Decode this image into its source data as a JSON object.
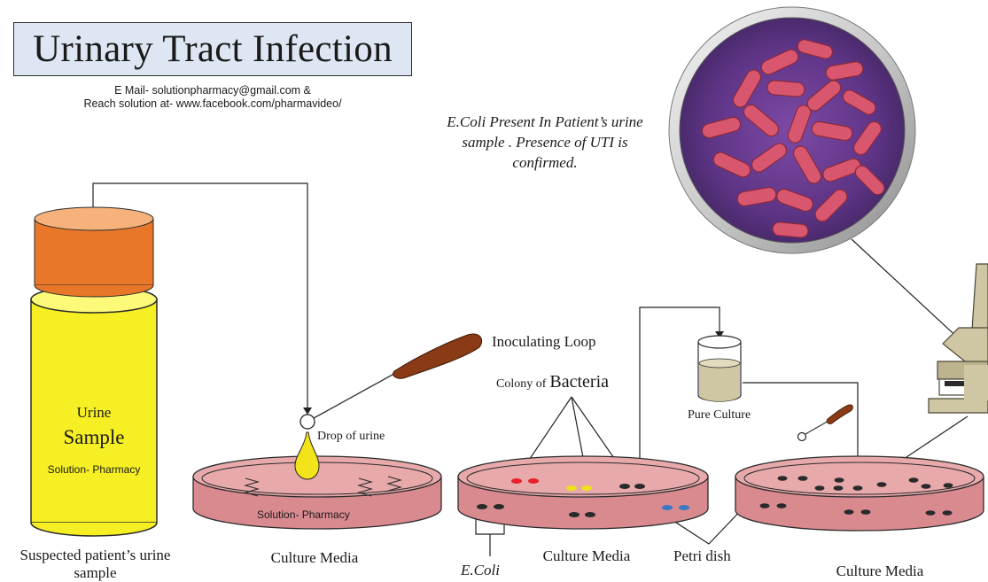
{
  "title": "Urinary Tract  Infection",
  "contact": {
    "line1": "E Mail- solutionpharmacy@gmail.com &",
    "line2": "Reach solution at- www.facebook.com/pharmavideo/"
  },
  "confirmation_note": {
    "line1": "E.Coli Present In Patient’s urine",
    "line2": "sample . Presence of UTI is",
    "line3": "confirmed."
  },
  "tube": {
    "urine_label": "Urine",
    "sample_label": "Sample",
    "brand_label": "Solution- Pharmacy",
    "caption_line1": "Suspected patient’s urine",
    "caption_line2": "sample"
  },
  "labels": {
    "inoculating_loop": "Inoculating Loop",
    "drop_of_urine": "Drop of urine",
    "colony_prefix": "Colony of",
    "colony_bacteria": "Bacteria",
    "pure_culture": "Pure Culture",
    "petri_dish": "Petri dish",
    "ecoli": "E.Coli",
    "dish1_brand": "Solution- Pharmacy",
    "culture_media_1": "Culture Media",
    "culture_media_2": "Culture Media",
    "culture_media_3": "Culture Media"
  },
  "colors": {
    "tube_yellow": "#f6ef23",
    "cap_orange": "#e8772a",
    "media_pink": "#d98a8e",
    "title_bg": "#dde6f2",
    "loop_brown": "#8a3a14",
    "bacteria_magenta": "#d9566f",
    "micro_bg": "#6a3d8f",
    "colony_red": "#e8202b",
    "colony_yellow": "#f1e11c",
    "colony_blue": "#3b78c4"
  }
}
